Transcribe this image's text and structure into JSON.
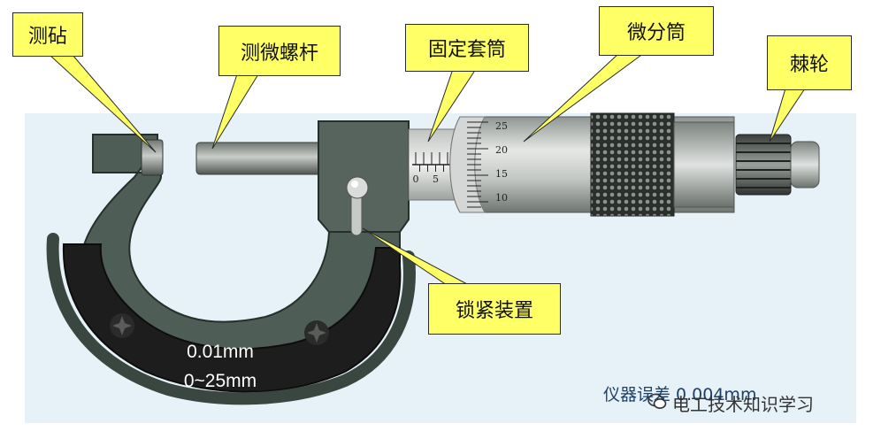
{
  "callouts": {
    "anvil": "测砧",
    "spindle": "测微螺杆",
    "sleeve": "固定套筒",
    "thimble": "微分筒",
    "ratchet": "棘轮",
    "lock": "锁紧装置"
  },
  "frame": {
    "resolution": "0.01mm",
    "range": "0~25mm"
  },
  "sleeve_scale": {
    "labels": [
      "0",
      "5"
    ]
  },
  "thimble_scale": {
    "labels": [
      "25",
      "20",
      "15",
      "10"
    ]
  },
  "note": "仪器误差 0.004mm",
  "watermark": "电工技术知识学习",
  "colors": {
    "callout_fill": "#ffff66",
    "frame_dark": "#4a5a52",
    "frame_inner": "#1a1a1a",
    "background_panel": "#e6f2f8",
    "note_text": "#1e3f66"
  }
}
